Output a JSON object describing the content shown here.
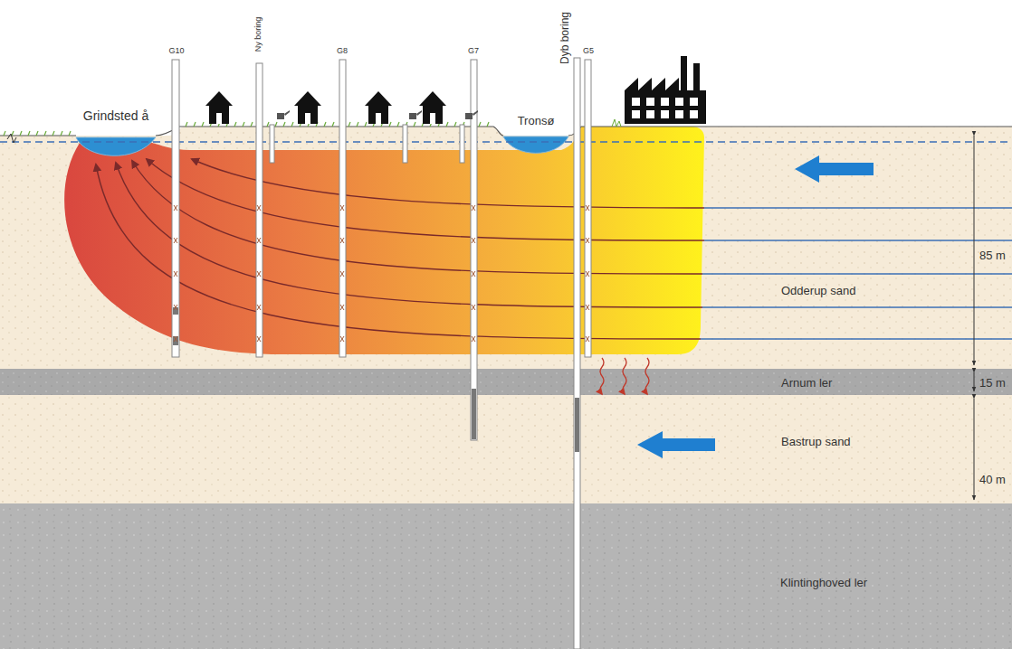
{
  "diagram": {
    "nodes": [
      {
        "text": [
          "Odderup sand"
        ]
      },
      {
        "text": [
          "Arnum ler"
        ]
      },
      {
        "text": [
          "Bastrup sand"
        ]
      },
      {
        "text": [
          "Klintinghoved ler"
        ]
      }
    ],
    "labels": [
      "Grindsted å",
      "G10",
      "Ny boring",
      "G8",
      "G7",
      "Tronsø",
      "Dyb boring",
      "G5",
      "85 m",
      "15 m",
      "40 m"
    ]
  }
}
